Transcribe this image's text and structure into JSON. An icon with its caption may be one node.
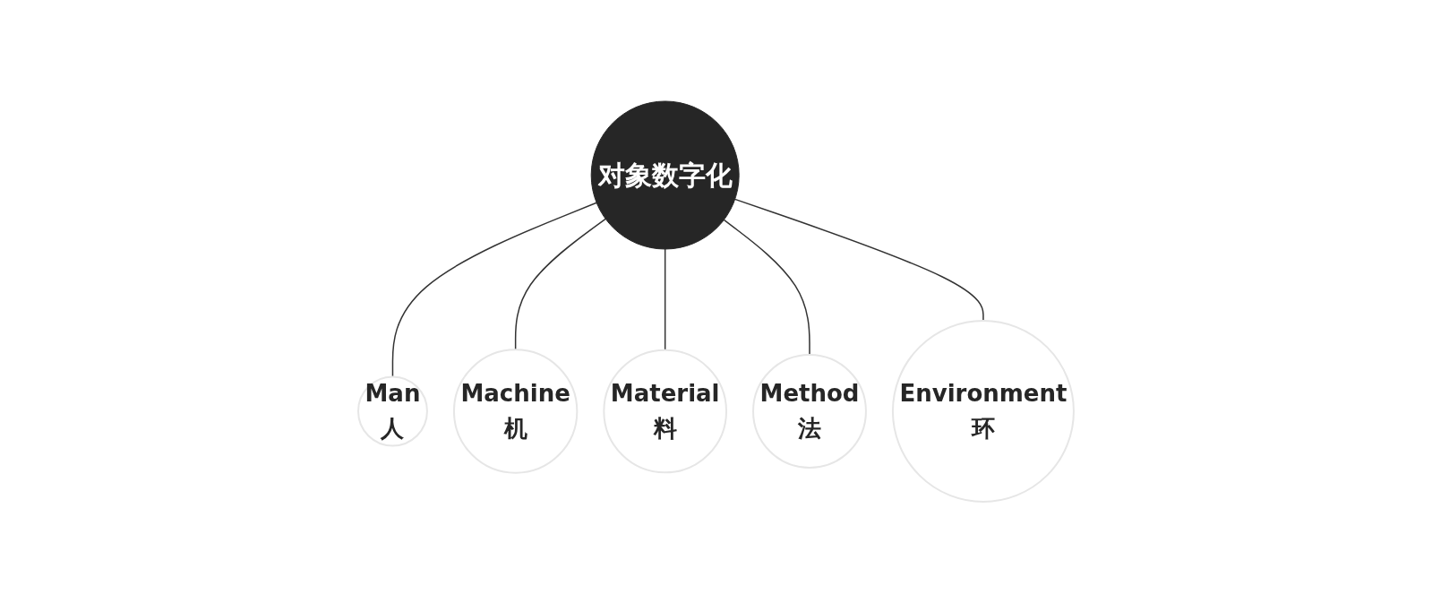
{
  "diagram": {
    "nodes": [
      {
        "text": [
          "对象数字化"
        ]
      },
      {
        "text": [
          "Man",
          "人"
        ]
      },
      {
        "text": [
          "Machine",
          "机"
        ]
      },
      {
        "text": [
          "Material",
          "料"
        ]
      },
      {
        "text": [
          "Method",
          "法"
        ]
      },
      {
        "text": [
          "Environment",
          "环"
        ]
      }
    ],
    "edges": [
      {
        "from": 0,
        "to": 1,
        "arrow": "none"
      },
      {
        "from": 0,
        "to": 2,
        "arrow": "none"
      },
      {
        "from": 0,
        "to": 3,
        "arrow": "none"
      },
      {
        "from": 0,
        "to": 4,
        "arrow": "none"
      },
      {
        "from": 0,
        "to": 5,
        "arrow": "none"
      }
    ]
  }
}
